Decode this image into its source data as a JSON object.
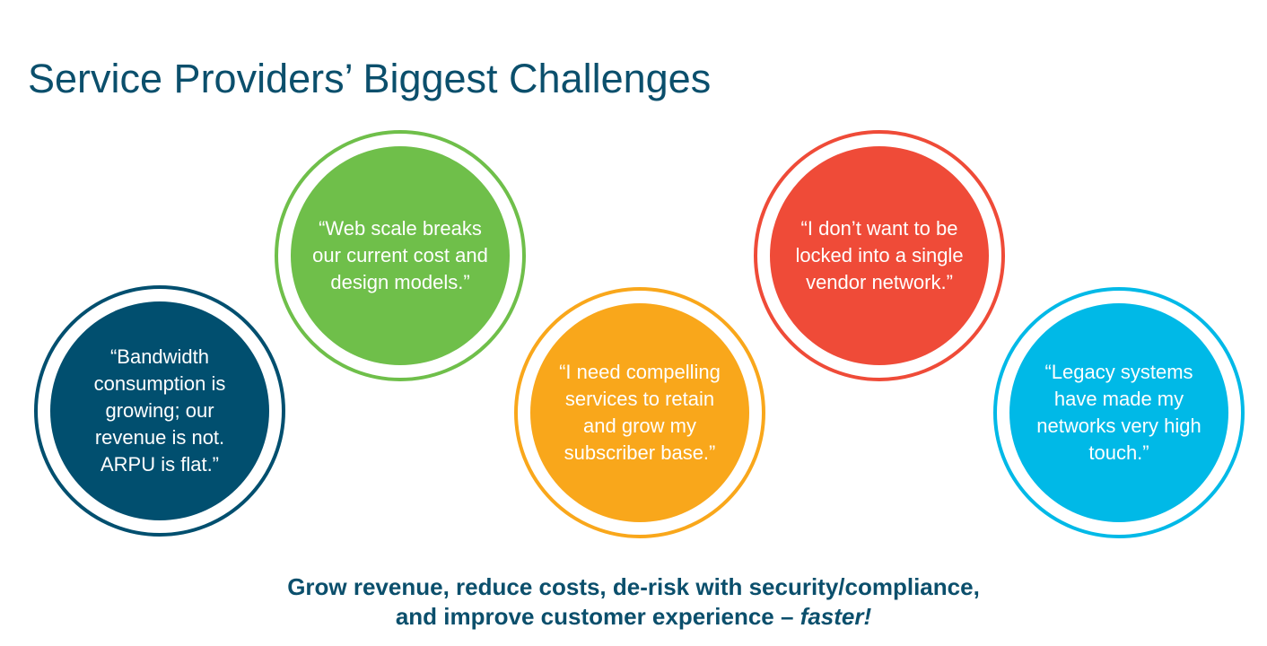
{
  "title": "Service Providers’ Biggest Challenges",
  "challenges": [
    {
      "quote": "“Bandwidth consumption is growing; our revenue is not. ARPU is flat.”",
      "color": "#014f6f"
    },
    {
      "quote": "“Web scale breaks our current cost and design models.”",
      "color": "#6fbf4a"
    },
    {
      "quote": "“I need compelling services to retain and grow my subscriber base.”",
      "color": "#f9a71b"
    },
    {
      "quote": "“I don’t want to be locked into a single vendor network.”",
      "color": "#ef4b38"
    },
    {
      "quote": "“Legacy systems have made my networks very high touch.”",
      "color": "#00b9e7"
    }
  ],
  "footer": {
    "line1": "Grow revenue, reduce costs, de-risk with security/compliance,",
    "line2": "and improve customer experience – ",
    "emphasis": "faster!"
  }
}
